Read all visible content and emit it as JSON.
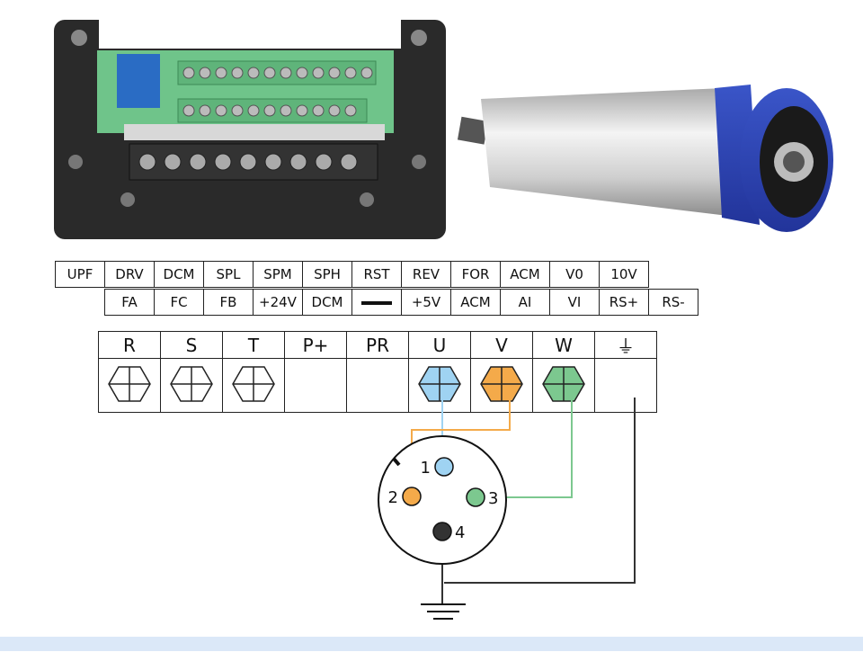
{
  "control_terminals": {
    "top_row": [
      "UPF",
      "DRV",
      "DCM",
      "SPL",
      "SPM",
      "SPH",
      "RST",
      "REV",
      "FOR",
      "ACM",
      "V0",
      "10V"
    ],
    "bottom_row": [
      "FA",
      "FC",
      "FB",
      "+24V",
      "DCM",
      "—",
      "+5V",
      "ACM",
      "AI",
      "VI",
      "RS+",
      "RS-"
    ]
  },
  "power_terminals": {
    "labels": [
      "R",
      "S",
      "T",
      "P+",
      "PR",
      "U",
      "V",
      "W",
      "⏚"
    ],
    "wired_colors": {
      "U": "#9fd3f2",
      "V": "#f4aa4a",
      "W": "#7cc88f"
    }
  },
  "connector": {
    "pins": [
      {
        "label": "1",
        "color": "#9fd3f2"
      },
      {
        "label": "2",
        "color": "#f4aa4a"
      },
      {
        "label": "3",
        "color": "#7cc88f"
      },
      {
        "label": "4",
        "color": "#333333"
      }
    ]
  },
  "colors": {
    "wire_u": "#9fd3f2",
    "wire_v": "#f4aa4a",
    "wire_w": "#7cc88f",
    "ground": "#333333",
    "band": "#dbe8f8"
  }
}
